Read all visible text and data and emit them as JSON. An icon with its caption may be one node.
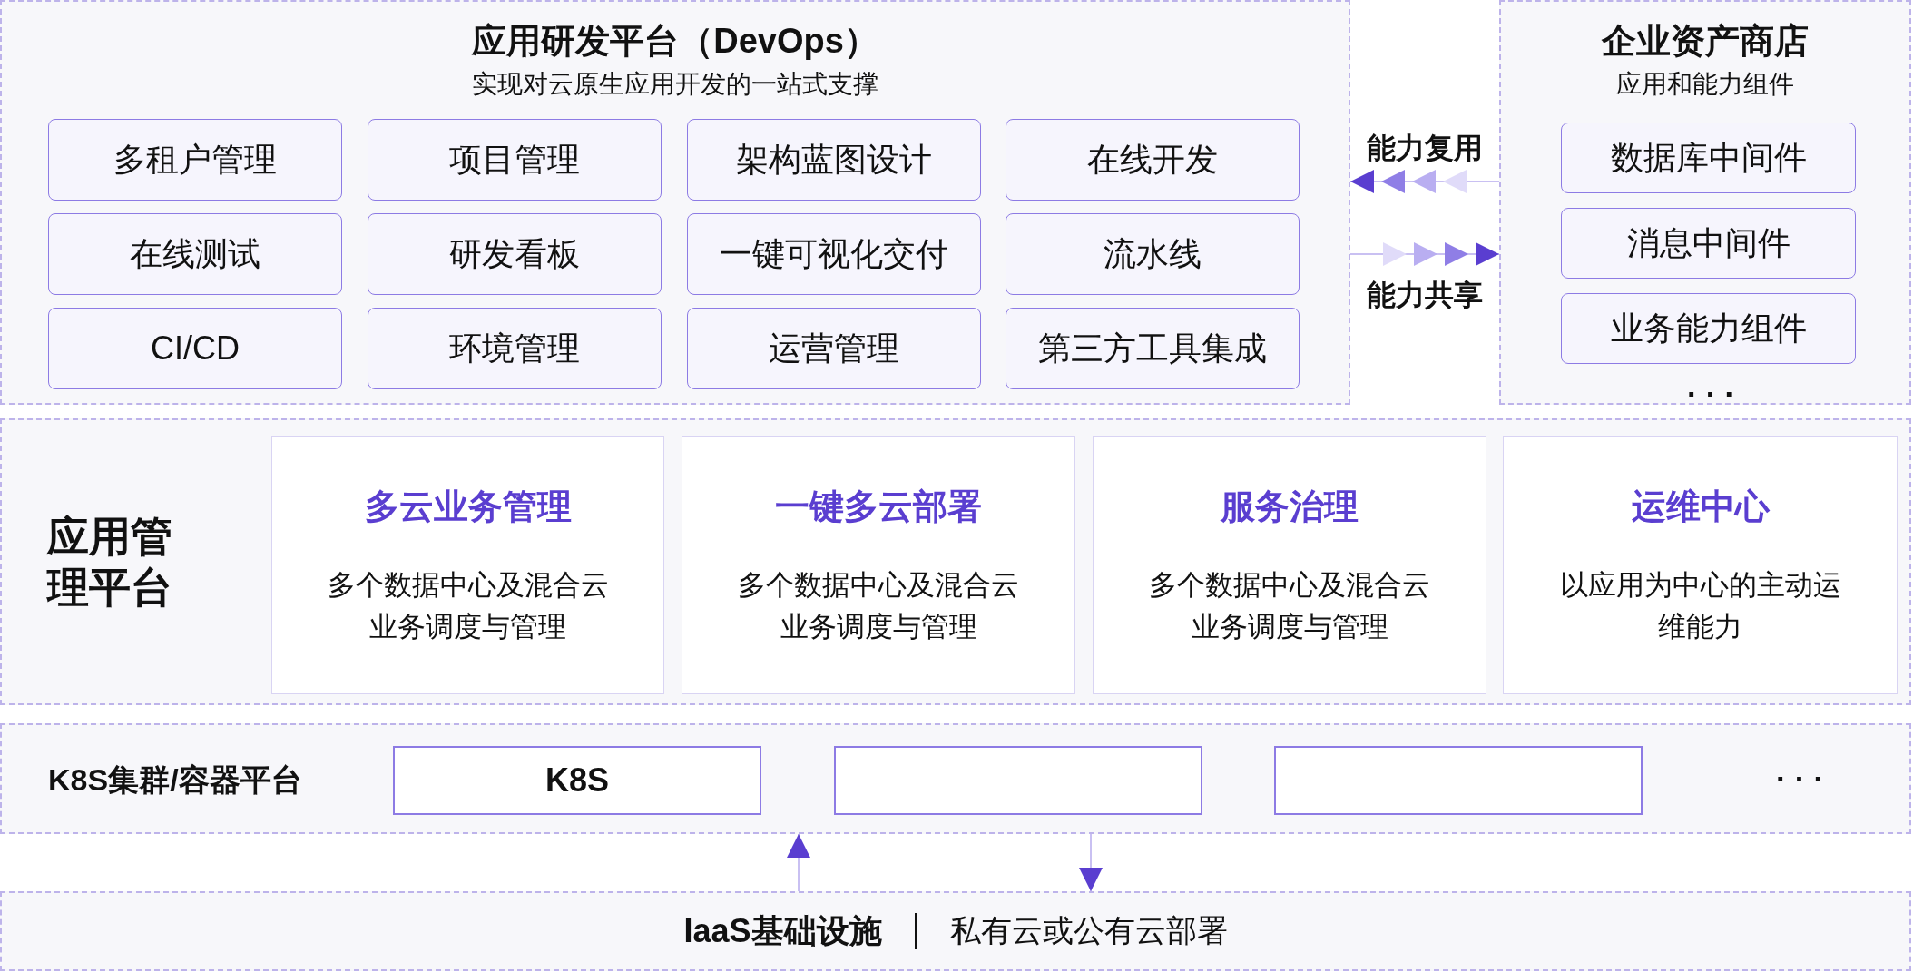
{
  "diagram": {
    "nodes": [
      {
        "text": [
          "应用研发平台（DevOps）",
          "实现对云原生应用开发的一站式支撑"
        ]
      },
      {
        "text": [
          "多租户管理"
        ],
        "in": 0
      },
      {
        "text": [
          "项目管理"
        ],
        "in": 0
      },
      {
        "text": [
          "架构蓝图设计"
        ],
        "in": 0
      },
      {
        "text": [
          "在线开发"
        ],
        "in": 0
      },
      {
        "text": [
          "在线测试"
        ],
        "in": 0
      },
      {
        "text": [
          "研发看板"
        ],
        "in": 0
      },
      {
        "text": [
          "一键可视化交付"
        ],
        "in": 0
      },
      {
        "text": [
          "流水线"
        ],
        "in": 0
      },
      {
        "text": [
          "CI/CD"
        ],
        "in": 0
      },
      {
        "text": [
          "环境管理"
        ],
        "in": 0
      },
      {
        "text": [
          "运营管理"
        ],
        "in": 0
      },
      {
        "text": [
          "第三方工具集成"
        ],
        "in": 0
      },
      {
        "text": [
          "企业资产商店",
          "应用和能力组件"
        ]
      },
      {
        "text": [
          "数据库中间件"
        ],
        "in": 13
      },
      {
        "text": [
          "消息中间件"
        ],
        "in": 13
      },
      {
        "text": [
          "业务能力组件"
        ],
        "in": 13
      },
      {
        "text": [
          "应用管理平台"
        ]
      },
      {
        "text": [
          "多云业务管理",
          "多个数据中心及混合云业务调度与管理"
        ],
        "in": 17
      },
      {
        "text": [
          "一键多云部署",
          "多个数据中心及混合云业务调度与管理"
        ],
        "in": 17
      },
      {
        "text": [
          "服务治理",
          "多个数据中心及混合云业务调度与管理"
        ],
        "in": 17
      },
      {
        "text": [
          "运维中心",
          "以应用为中心的主动运维能力"
        ],
        "in": 17
      },
      {
        "text": [
          "K8S集群/容器平台"
        ]
      },
      {
        "text": [
          "K8S"
        ],
        "in": 22
      },
      {
        "text": [],
        "shape": "box",
        "in": 22
      },
      {
        "text": [],
        "shape": "box",
        "in": 22
      },
      {
        "text": [
          "IaaS基础设施",
          "私有云或公有云部署"
        ]
      }
    ],
    "edges": [
      {
        "from": 13,
        "to": 0,
        "arrow": "to",
        "label": "能力复用"
      },
      {
        "from": 0,
        "to": 13,
        "arrow": "to",
        "label": "能力共享"
      },
      {
        "from": 26,
        "to": 22,
        "arrow": "to"
      },
      {
        "from": 22,
        "to": 26,
        "arrow": "to"
      }
    ],
    "labels": [
      "· · ·",
      "· · ·"
    ]
  }
}
